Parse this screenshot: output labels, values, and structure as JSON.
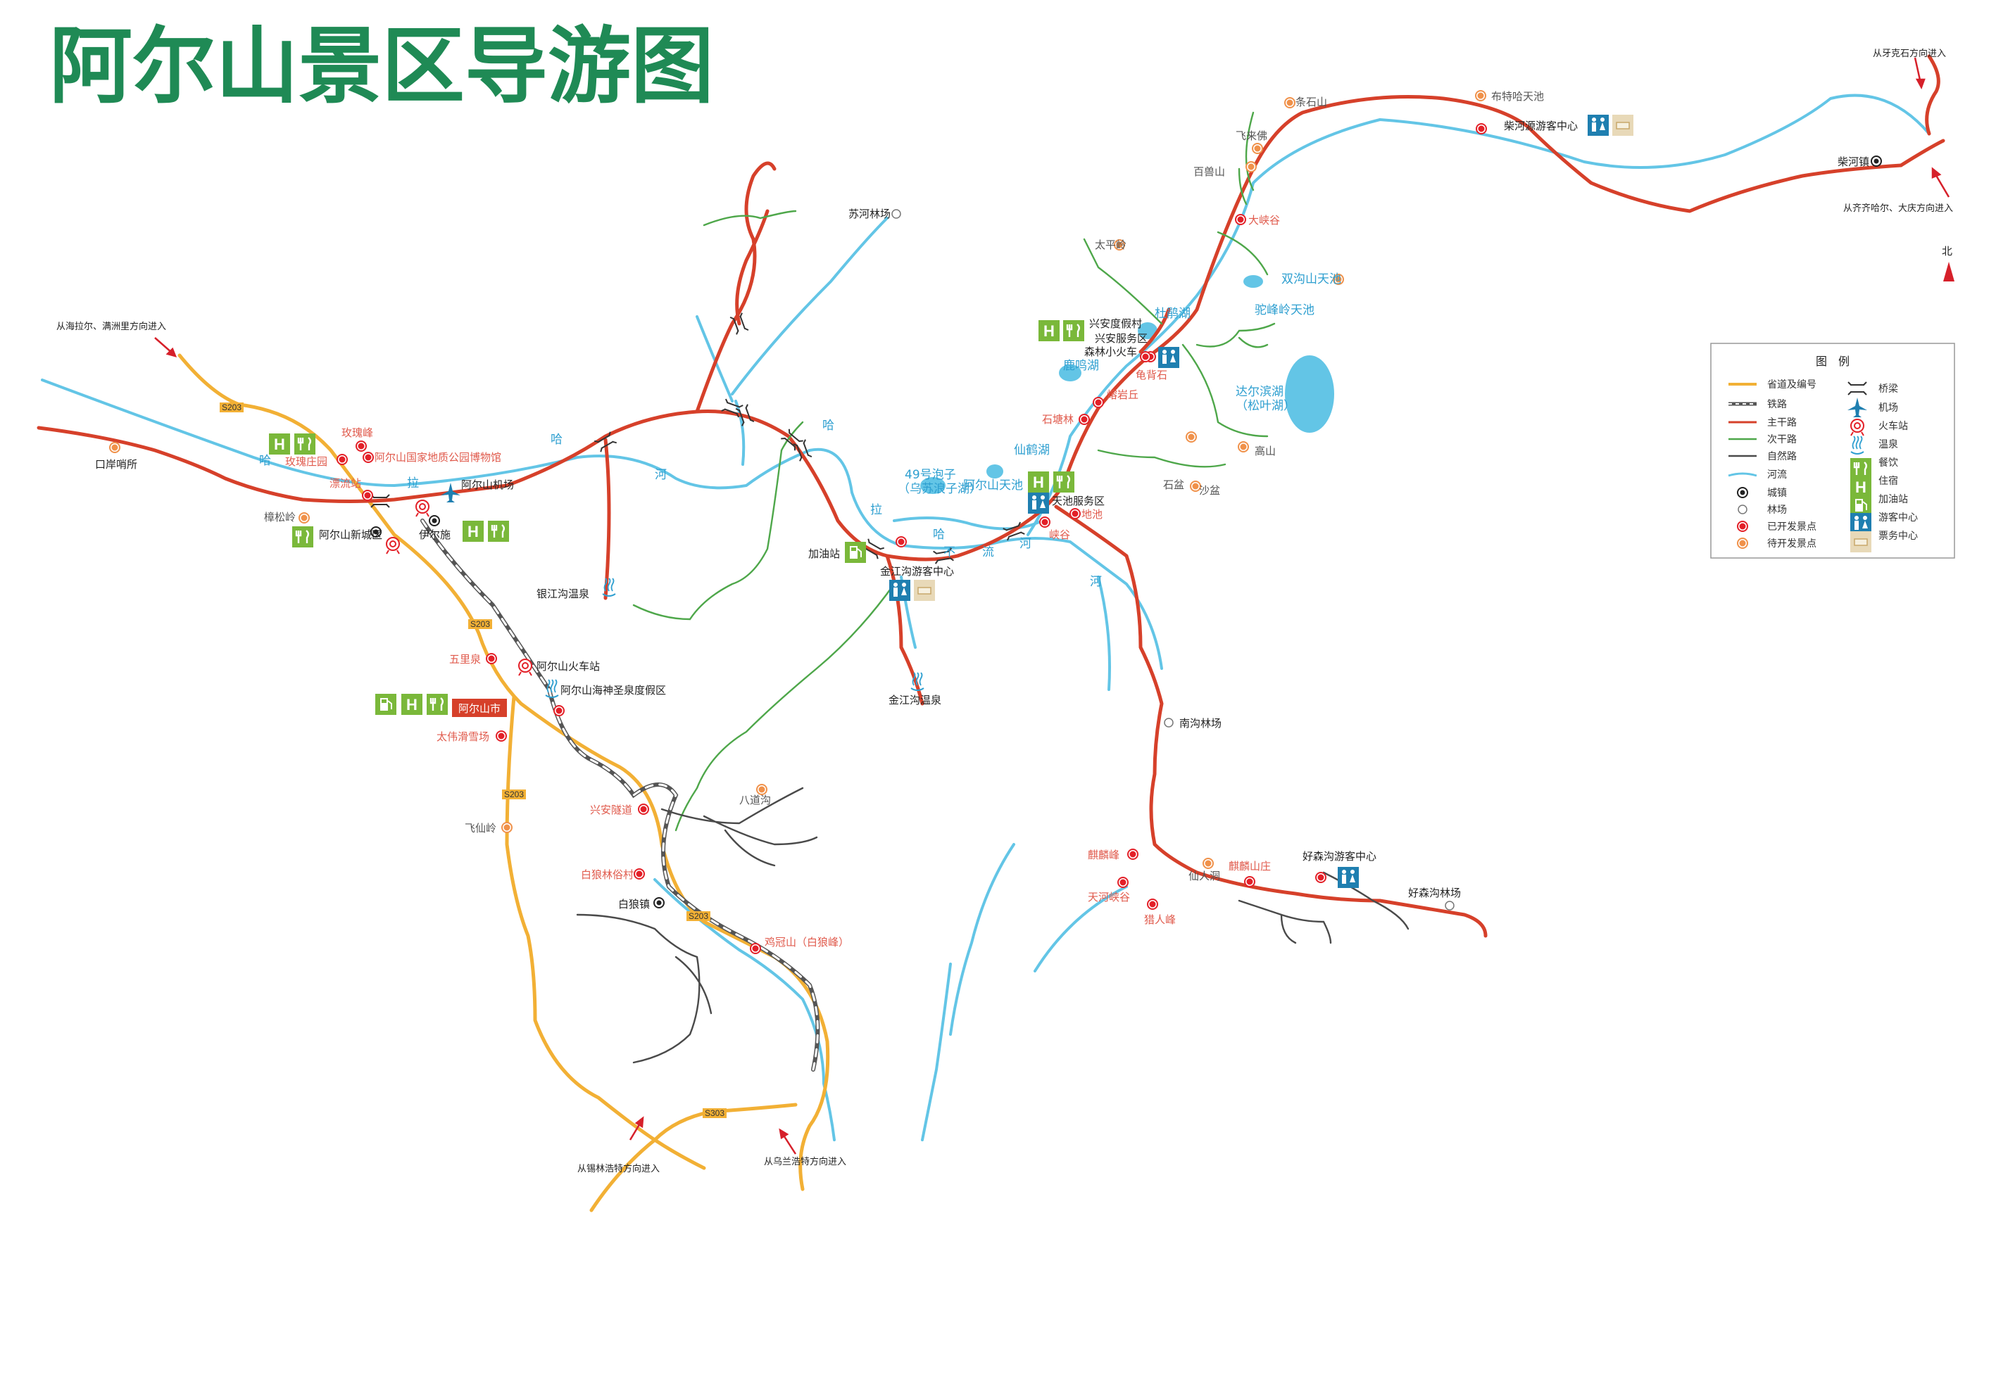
{
  "title": "阿尔山景区导游图",
  "colors": {
    "main_road": "#d6402a",
    "provincial_road": "#f2b035",
    "secondary_road": "#4ea74a",
    "natural_road": "#4a4a4a",
    "river": "#63c5e6",
    "railway": "#555555",
    "spot_open": "#e32028",
    "spot_planned": "#f0914a",
    "service_green": "#7ab83a",
    "service_blue": "#1f7fb0",
    "city_box": "#d6402a"
  },
  "north_label": "北",
  "road_codes": [
    "S203",
    "S203",
    "S203",
    "S203",
    "S303"
  ],
  "entry_labels": {
    "hailaer": "从海拉尔、满洲里方向进入",
    "yakeshi": "从牙克石方向进入",
    "qiqihar": "从齐齐哈尔、大庆方向进入",
    "xilinhot": "从锡林浩特方向进入",
    "ulanhot": "从乌兰浩特方向进入"
  },
  "towns": {
    "yierishi": "伊尔施",
    "chaihe": "柴河镇",
    "bailang": "白狼镇",
    "arxan_city": "阿尔山市"
  },
  "labels": {
    "kouan": "口岸哨所",
    "zhangsongling": "樟松岭",
    "xinchengqu": "阿尔山新城区",
    "airport": "阿尔山机场",
    "meiguifeng": "玫瑰峰",
    "museum": "阿尔山国家地质公园博物馆",
    "meiguizhuangyuan": "玫瑰庄园",
    "piaoliu": "漂流站",
    "wulijuan": "五里泉",
    "train_station": "阿尔山火车站",
    "haishen": "阿尔山海神圣泉度假区",
    "taiwei": "太伟滑雪场",
    "feixianling": "飞仙岭",
    "xingan_tunnel": "兴安隧道",
    "bailanglinsu": "白狼林俗村",
    "jiguanshan": "鸡冠山（白狼峰）",
    "badaogou": "八道沟",
    "suhe": "苏河林场",
    "yinjianggou": "银江沟温泉",
    "gas_station": "加油站",
    "jinjianggou_center": "金江沟游客中心",
    "jinjianggou_spring": "金江沟温泉",
    "lake49": "49号泡子",
    "lake49_alt": "（乌苏浪子湖）",
    "tianchi": "阿尔山天池",
    "tianchi_service": "天池服务区",
    "dichi": "地池",
    "xiagu": "峡谷",
    "nangou": "南沟林场",
    "shitanglin": "石塘林",
    "rongyanqiu": "熔岩丘",
    "guibeishi": "龟背石",
    "forest_train": "森林小火车",
    "xingan_resort": "兴安度假村",
    "xingan_service": "兴安服务区",
    "dujuanhu": "杜鹃湖",
    "zhiyuanhu": "鹿鸣湖",
    "xianhehu": "仙鹤湖",
    "taipingling": "太平岭",
    "dalbin": "达尔滨湖",
    "dalbin_alt": "（松叶湖）",
    "gaoshan": "高山",
    "shiyan": "石盆",
    "shapen": "沙盆",
    "tuofengling": "驼峰岭天池",
    "shuanggou": "双沟山天池",
    "daxiagu": "大峡谷",
    "baishishan": "百兽山",
    "feilaifo": "飞来佛",
    "tiaoshishan": "条石山",
    "butehaer": "布特哈天池",
    "chaihe_center": "柴河源游客中心",
    "qilinfeng": "麒麟峰",
    "tianhexiagu": "天河峡谷",
    "lierenfeng": "猎人峰",
    "xianrendong": "仙人洞",
    "qilinshanzhuang": "麒麟山庄",
    "haosenggou_center": "好森沟游客中心",
    "haosenggou": "好森沟林场"
  },
  "river_chars": [
    "哈",
    "拉",
    "哈",
    "河",
    "哈",
    "拉",
    "哈",
    "不",
    "流",
    "河",
    "河"
  ],
  "legend": {
    "title": "图　例",
    "left": [
      "省道及编号",
      "铁路",
      "主干路",
      "次干路",
      "自然路",
      "河流",
      "城镇",
      "林场",
      "已开发景点",
      "待开发景点"
    ],
    "right": [
      "桥梁",
      "机场",
      "火车站",
      "温泉",
      "餐饮",
      "住宿",
      "加油站",
      "游客中心",
      "票务中心"
    ]
  },
  "icons": {
    "hotel": "H",
    "restaurant": "restaurant-icon",
    "restroom": "restroom-icon",
    "ticket": "ticket-icon",
    "gas": "gas-pump-icon",
    "airport": "airplane-icon",
    "hot_spring": "hot-spring-icon",
    "train": "train-icon",
    "bridge": "bridge-icon"
  }
}
